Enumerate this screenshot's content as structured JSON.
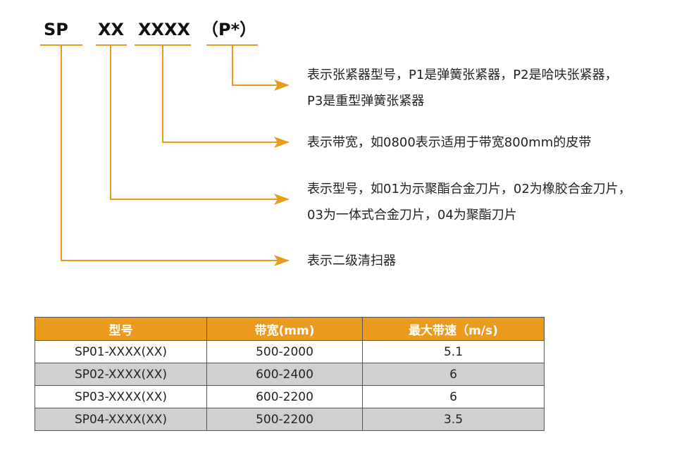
{
  "codes": [
    "SP",
    "XX",
    "XXXX",
    "（P*）"
  ],
  "descriptions": [
    {
      "lines": [
        "表示张紧器型号，P1是弹簧张紧器，P2是哈呋张紧器，",
        "P3是重型弹簧张紧器"
      ]
    },
    {
      "lines": [
        "表示带宽，如0800表示适用于带宽800mm的皮带"
      ]
    },
    {
      "lines": [
        "表示型号，如01为示聚酯合金刀片，02为橡胶合金刀片，",
        "03为一体式合金刀片，04为聚酯刀片"
      ]
    },
    {
      "lines": [
        "表示二级清扫器"
      ]
    }
  ],
  "colors": {
    "accent": "#ea9a1c",
    "row_alt": "#d0d0d0"
  },
  "table": {
    "headers": [
      "型号",
      "带宽(mm)",
      "最大带速（m/s)"
    ],
    "rows": [
      [
        "SP01-XXXX(XX)",
        "500-2000",
        "5.1"
      ],
      [
        "SP02-XXXX(XX)",
        "600-2400",
        "6"
      ],
      [
        "SP03-XXXX(XX)",
        "600-2200",
        "6"
      ],
      [
        "SP04-XXXX(XX)",
        "500-2200",
        "3.5"
      ]
    ]
  }
}
